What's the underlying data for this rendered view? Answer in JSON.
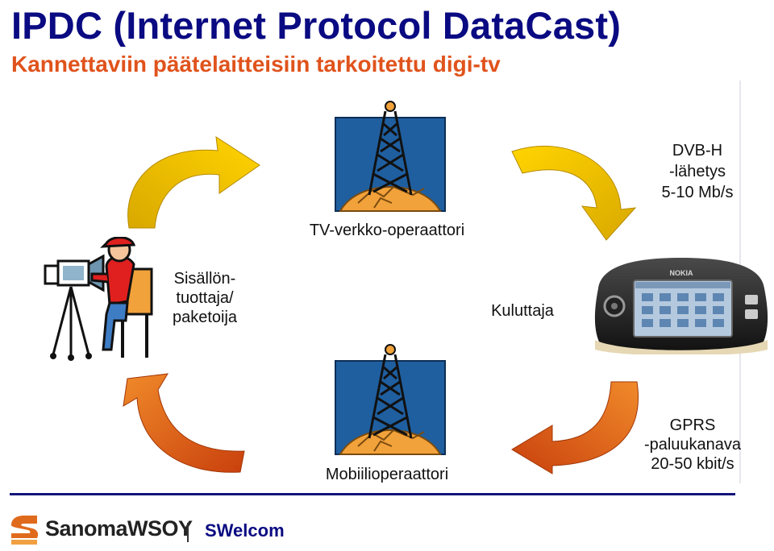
{
  "header": {
    "title": "IPDC (Internet Protocol DataCast)",
    "subtitle": "Kannettaviin päätelaitteisiin tarkoitettu digi-tv"
  },
  "nodes": {
    "tv_operator": "TV-verkko-operaattori",
    "content_producer": [
      "Sisällön-",
      "tuottaja/",
      "paketoija"
    ],
    "consumer": "Kuluttaja",
    "mobile_operator": "Mobiilioperaattori"
  },
  "links": {
    "dvbh": [
      "DVB-H",
      "-lähetys",
      "5-10 Mb/s"
    ],
    "gprs": [
      "GPRS",
      "-paluukanava",
      "20-50 kbit/s"
    ]
  },
  "device": {
    "brand_text": "NOKIA"
  },
  "footer": {
    "brand": "SanomaWSOY",
    "unit": "SWelcom"
  },
  "colors": {
    "title": "#0a0a82",
    "subtitle": "#e0531c",
    "arrow_top": "#f5c400",
    "arrow_bottom": "#e0531c",
    "tower_bg": "#1f5fa0"
  }
}
